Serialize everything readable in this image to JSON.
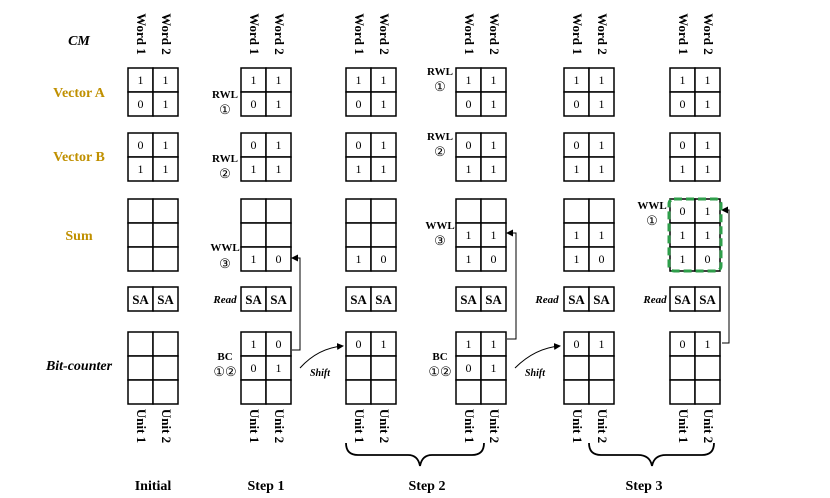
{
  "row_labels": {
    "cm": "CM",
    "vector_a": "Vector A",
    "vector_b": "Vector B",
    "sum": "Sum",
    "bit_counter": "Bit-counter"
  },
  "word_labels": [
    "Word 1",
    "Word 2"
  ],
  "unit_labels": [
    "Unit 1",
    "Unit 2"
  ],
  "sa_label": "SA",
  "stage_labels": [
    "Initial",
    "Step 1",
    "Step 2",
    "Step 3"
  ],
  "op_labels": {
    "rwl": "RWL",
    "wwl": "WWL",
    "read": "Read",
    "bc": "BC",
    "shift": "Shift",
    "c1": "①",
    "c2": "②",
    "c3": "③",
    "c12": "①②"
  },
  "colors": {
    "row_label": "#C09000",
    "highlight": "#2E9E4A",
    "line": "#000000"
  },
  "columns": [
    {
      "name": "initial",
      "vector_a": [
        [
          "1",
          "1"
        ],
        [
          "0",
          "1"
        ]
      ],
      "vector_b": [
        [
          "0",
          "1"
        ],
        [
          "1",
          "1"
        ]
      ],
      "sum": [
        [
          "",
          ""
        ],
        [
          "",
          ""
        ],
        [
          "",
          ""
        ]
      ],
      "bit_counter": [
        [
          "",
          ""
        ],
        [
          "",
          ""
        ],
        [
          "",
          ""
        ]
      ]
    },
    {
      "name": "step1",
      "vector_a": [
        [
          "1",
          "1"
        ],
        [
          "0",
          "1"
        ]
      ],
      "vector_b": [
        [
          "0",
          "1"
        ],
        [
          "1",
          "1"
        ]
      ],
      "sum": [
        [
          "",
          ""
        ],
        [
          "",
          ""
        ],
        [
          "1",
          "0"
        ]
      ],
      "bit_counter": [
        [
          "1",
          "0"
        ],
        [
          "0",
          "1"
        ],
        [
          "",
          ""
        ]
      ]
    },
    {
      "name": "step2a",
      "vector_a": [
        [
          "1",
          "1"
        ],
        [
          "0",
          "1"
        ]
      ],
      "vector_b": [
        [
          "0",
          "1"
        ],
        [
          "1",
          "1"
        ]
      ],
      "sum": [
        [
          "",
          ""
        ],
        [
          "",
          ""
        ],
        [
          "1",
          "0"
        ]
      ],
      "bit_counter": [
        [
          "0",
          "1"
        ],
        [
          "",
          ""
        ],
        [
          "",
          ""
        ]
      ]
    },
    {
      "name": "step2b",
      "vector_a": [
        [
          "1",
          "1"
        ],
        [
          "0",
          "1"
        ]
      ],
      "vector_b": [
        [
          "0",
          "1"
        ],
        [
          "1",
          "1"
        ]
      ],
      "sum": [
        [
          "",
          ""
        ],
        [
          "1",
          "1"
        ],
        [
          "1",
          "0"
        ]
      ],
      "bit_counter": [
        [
          "1",
          "1"
        ],
        [
          "0",
          "1"
        ],
        [
          "",
          ""
        ]
      ]
    },
    {
      "name": "step3a",
      "vector_a": [
        [
          "1",
          "1"
        ],
        [
          "0",
          "1"
        ]
      ],
      "vector_b": [
        [
          "0",
          "1"
        ],
        [
          "1",
          "1"
        ]
      ],
      "sum": [
        [
          "",
          ""
        ],
        [
          "1",
          "1"
        ],
        [
          "1",
          "0"
        ]
      ],
      "bit_counter": [
        [
          "0",
          "1"
        ],
        [
          "",
          ""
        ],
        [
          "",
          ""
        ]
      ]
    },
    {
      "name": "step3b",
      "vector_a": [
        [
          "1",
          "1"
        ],
        [
          "0",
          "1"
        ]
      ],
      "vector_b": [
        [
          "0",
          "1"
        ],
        [
          "1",
          "1"
        ]
      ],
      "sum": [
        [
          "0",
          "1"
        ],
        [
          "1",
          "1"
        ],
        [
          "1",
          "0"
        ]
      ],
      "bit_counter": [
        [
          "0",
          "1"
        ],
        [
          "",
          ""
        ],
        [
          "",
          ""
        ]
      ]
    }
  ]
}
